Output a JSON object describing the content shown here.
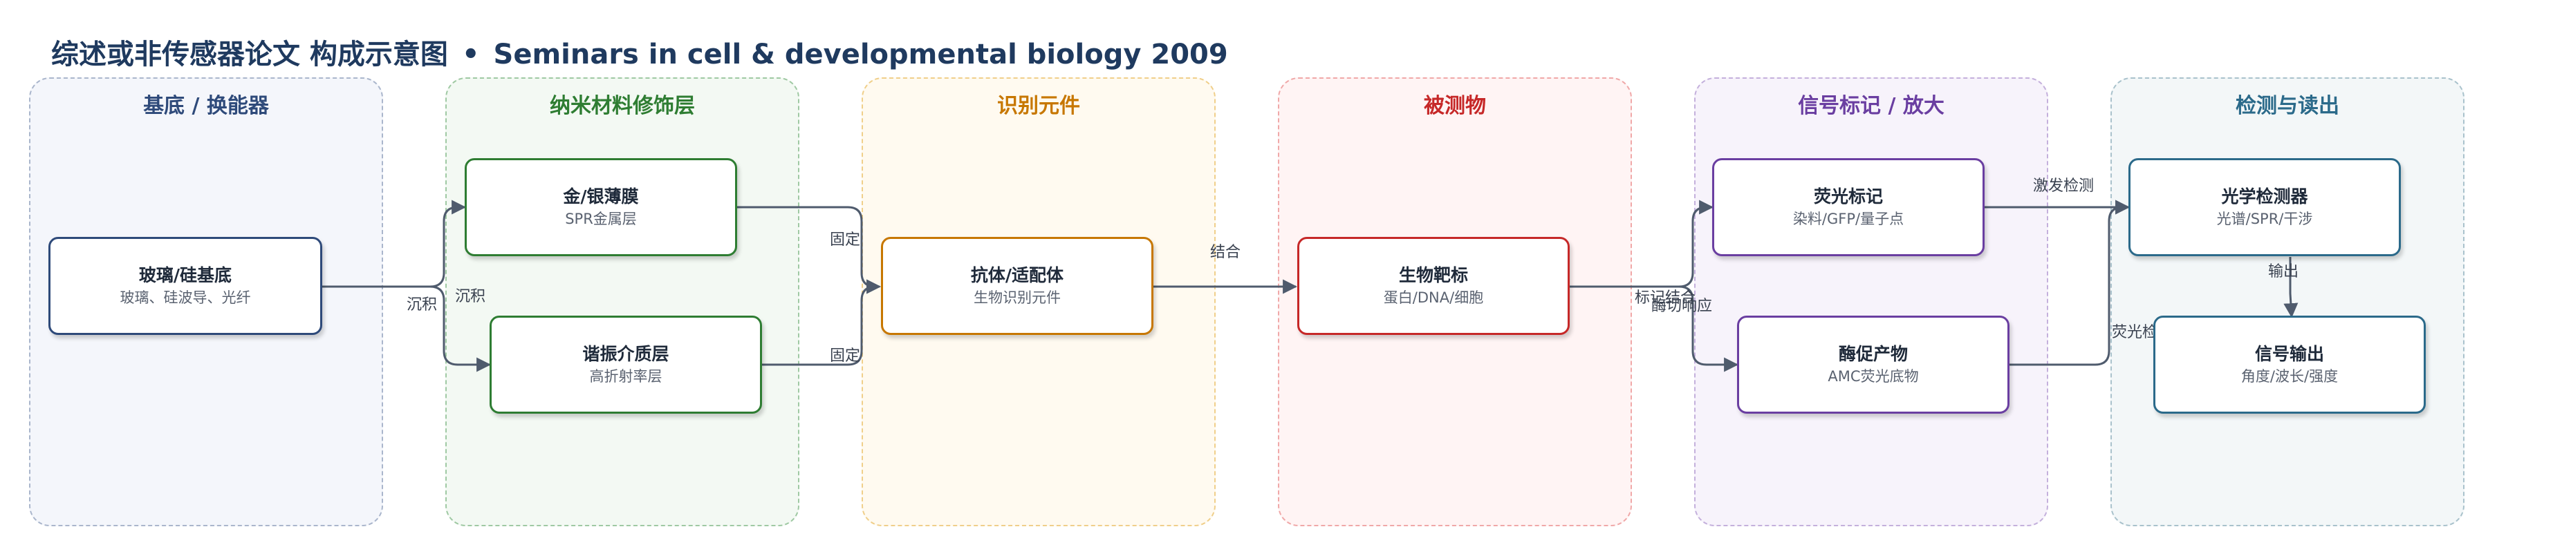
{
  "title": {
    "main": "综述或非传感器论文 构成示意图",
    "separator": "•",
    "source": "Seminars in cell & developmental biology 2009"
  },
  "lanes": [
    {
      "id": "substrate",
      "label": "基底 / 换能器",
      "color": "#2e4a7a",
      "bg": "#f4f6fb",
      "border": "#aab6cc"
    },
    {
      "id": "nano",
      "label": "纳米材料修饰层",
      "color": "#2e7d32",
      "bg": "#f3f9f3",
      "border": "#9fc9a3"
    },
    {
      "id": "recog",
      "label": "识别元件",
      "color": "#c77700",
      "bg": "#fffaf0",
      "border": "#f0cf8a"
    },
    {
      "id": "analyte",
      "label": "被测物",
      "color": "#c62828",
      "bg": "#fff4f4",
      "border": "#f0a8a8"
    },
    {
      "id": "signal",
      "label": "信号标记 / 放大",
      "color": "#6a3ea1",
      "bg": "#f7f3fb",
      "border": "#c4b0dc"
    },
    {
      "id": "detect",
      "label": "检测与读出",
      "color": "#2b6a8a",
      "bg": "#f3f7f8",
      "border": "#a9c2cc"
    }
  ],
  "nodes": [
    {
      "id": "n1",
      "title": "玻璃/硅基底",
      "sub": "玻璃、硅波导、光纤",
      "color": "#2e4a7a"
    },
    {
      "id": "n2",
      "title": "金/银薄膜",
      "sub": "SPR金属层",
      "color": "#2e7d32"
    },
    {
      "id": "n3",
      "title": "谐振介质层",
      "sub": "高折射率层",
      "color": "#2e7d32"
    },
    {
      "id": "n4",
      "title": "抗体/适配体",
      "sub": "生物识别元件",
      "color": "#c77700"
    },
    {
      "id": "n5",
      "title": "生物靶标",
      "sub": "蛋白/DNA/细胞",
      "color": "#c62828"
    },
    {
      "id": "n6",
      "title": "荧光标记",
      "sub": "染料/GFP/量子点",
      "color": "#6a3ea1"
    },
    {
      "id": "n7",
      "title": "酶促产物",
      "sub": "AMC荧光底物",
      "color": "#6a3ea1"
    },
    {
      "id": "n8",
      "title": "光学检测器",
      "sub": "光谱/SPR/干涉",
      "color": "#2b6a8a"
    },
    {
      "id": "n9",
      "title": "信号输出",
      "sub": "角度/波长/强度",
      "color": "#2b6a8a"
    }
  ],
  "edges": [
    {
      "id": "e1",
      "label": "沉积"
    },
    {
      "id": "e2",
      "label": "沉积"
    },
    {
      "id": "e3",
      "label": "固定"
    },
    {
      "id": "e4",
      "label": "固定"
    },
    {
      "id": "e5",
      "label": "结合"
    },
    {
      "id": "e6",
      "label": "标记结合"
    },
    {
      "id": "e7",
      "label": "酶切响应"
    },
    {
      "id": "e8",
      "label": "激发检测"
    },
    {
      "id": "e9",
      "label": "荧光检测"
    },
    {
      "id": "e10",
      "label": "输出"
    }
  ],
  "colors": {
    "edge": "#4f5b6d",
    "title": "#1f3a5f"
  }
}
